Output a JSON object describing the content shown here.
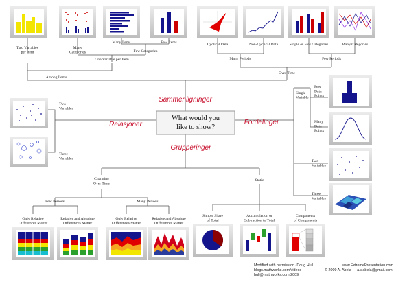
{
  "center_box": {
    "line1": "What would you",
    "line2": "like to show?"
  },
  "headings": {
    "comparison": "Sammenligninger",
    "relationship": "Relasjoner",
    "distribution": "Fordelinger",
    "composition": "Grupperinger"
  },
  "top_labels": {
    "two_vars_per_item": [
      "Two Variables",
      "per Item"
    ],
    "many_categories": [
      "Many",
      "Categories"
    ],
    "many_items": "Many Items",
    "few_items": "Few Items",
    "cyclical": "Cyclical Data",
    "non_cyclical": "Non-Cyclical Data",
    "single_few_cat": "Single or Few Categories",
    "many_cat_right": "Many Categories",
    "few_categories": "Few Categories",
    "one_var_per_item": "One Variable per Item",
    "many_periods": "Many Periods",
    "few_periods": "Few Periods",
    "among_items": "Among Items",
    "over_time": "Over Time"
  },
  "left_labels": {
    "two_vars": [
      "Two",
      "Variables"
    ],
    "three_vars": [
      "Three",
      "Variables"
    ]
  },
  "right_labels": {
    "single_variable": [
      "Single",
      "Variable"
    ],
    "few_data_points": [
      "Few",
      "Data",
      "Points"
    ],
    "many_data_points": [
      "Many",
      "Data",
      "Points"
    ],
    "two_variables": [
      "Two",
      "Variables"
    ],
    "three_variables": [
      "Three",
      "Variables"
    ]
  },
  "bottom_labels": {
    "changing": [
      "Changing",
      "Over Time"
    ],
    "static": "Static",
    "few_periods": "Few Periods",
    "many_periods": "Many Periods",
    "only_rel_1": [
      "Only Relative",
      "Differences Matter"
    ],
    "rel_abs_1": [
      "Relative and Absolute",
      "Differences Matter"
    ],
    "only_rel_2": [
      "Only Relative",
      "Differences Matter"
    ],
    "rel_abs_2": [
      "Relative and Absolute",
      "Differences Matter"
    ],
    "simple_share": [
      "Simple Share",
      "of Total"
    ],
    "accumulation": [
      "Accumulation or",
      "Subtraction to Total"
    ],
    "components": [
      "Components",
      "of Components"
    ]
  },
  "footer": {
    "modified": "Modified with permission -Doug Hull",
    "blogs": "blogs.mathworks.com/videos",
    "email": "hull@mathworks.com 2009",
    "site": "www.ExtremePresentation.com",
    "copyright": "© 2009 A. Abela — a.v.abela@gmail.com"
  },
  "colors": {
    "accent_red": "#c8102e",
    "chart_blue": "#14148c",
    "chart_yellow": "#f2e600",
    "chart_red": "#e00000"
  }
}
